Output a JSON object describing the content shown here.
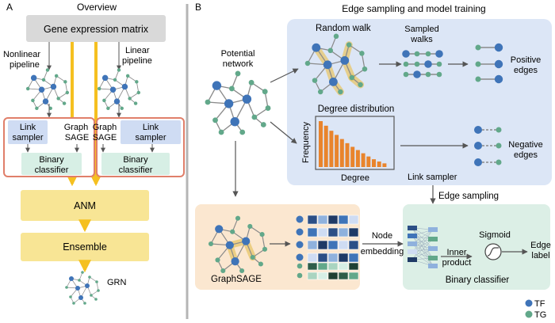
{
  "panel_a": {
    "letter": "A",
    "title": "Overview",
    "input_box": "Gene expression matrix",
    "nonlinear_label_1": "Nonlinear",
    "nonlinear_label_2": "pipeline",
    "linear_label_1": "Linear",
    "linear_label_2": "pipeline",
    "left_module": {
      "link_1": "Link",
      "link_2": "sampler",
      "graph_1": "Graph",
      "graph_2": "SAGE",
      "bin_1": "Binary",
      "bin_2": "classifier"
    },
    "right_module": {
      "graph_1": "Graph",
      "graph_2": "SAGE",
      "link_1": "Link",
      "link_2": "sampler",
      "bin_1": "Binary",
      "bin_2": "classifier"
    },
    "anm": "ANM",
    "ensemble": "Ensemble",
    "grn": "GRN"
  },
  "panel_b": {
    "letter": "B",
    "title": "Edge sampling and model training",
    "potential_1": "Potential",
    "potential_2": "network",
    "random_walk": "Random walk",
    "sampled_1": "Sampled",
    "sampled_2": "walks",
    "positive_1": "Positive",
    "positive_2": "edges",
    "degree_dist": "Degree distribution",
    "frequency": "Frequency",
    "degree": "Degree",
    "negative_1": "Negative",
    "negative_2": "edges",
    "link_sampler": "Link sampler",
    "edge_sampling": "Edge sampling",
    "graphsage": "GraphSAGE",
    "node_1": "Node",
    "node_2": "embedding",
    "sigmoid": "Sigmoid",
    "inner_1": "Inner",
    "inner_2": "product",
    "edge_1": "Edge",
    "edge_2": "label",
    "binary_classifier": "Binary classifier"
  },
  "legend": {
    "tf": "TF",
    "tg": "TG"
  },
  "colors": {
    "tf": "#3f74b8",
    "tg": "#62a88a",
    "edge": "#8a8a8a",
    "panel_blue": "#dce6f6",
    "panel_orange": "#fbe7d0",
    "panel_green": "#dcefe6",
    "yellow_box": "#f8e595",
    "arrow_yellow": "#f5c020",
    "module_border": "#e07f6a",
    "sampler_blue": "#cfdcf3",
    "classifier_green": "#d7efe5",
    "bar_orange": "#e9842c",
    "gray_box": "#d9d9d9"
  },
  "histogram_heights": [
    1.0,
    0.9,
    0.79,
    0.7,
    0.61,
    0.52,
    0.44,
    0.37,
    0.3,
    0.23,
    0.17,
    0.12,
    0.08
  ]
}
